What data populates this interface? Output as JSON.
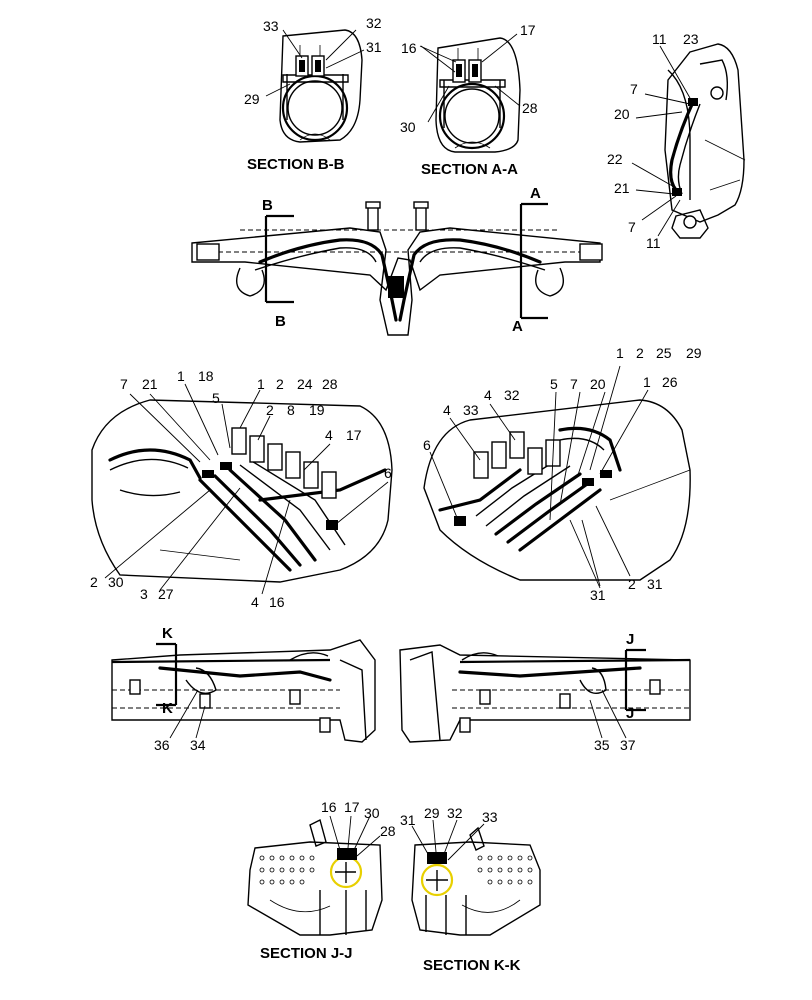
{
  "colors": {
    "line": "#000000",
    "background": "#ffffff",
    "highlight": "#e8d000"
  },
  "sections": {
    "bb": "SECTION  B-B",
    "aa": "SECTION  A-A",
    "jj": "SECTION  J-J",
    "kk": "SECTION  K-K"
  },
  "cut_markers": {
    "a": "A",
    "b": "B",
    "j": "J",
    "k": "K"
  },
  "callouts": {
    "bb": [
      "33",
      "32",
      "31",
      "29"
    ],
    "aa": [
      "16",
      "17",
      "28",
      "30"
    ],
    "side_view": [
      "11",
      "23",
      "7",
      "20",
      "22",
      "21",
      "7",
      "11"
    ],
    "detail_left": [
      "7",
      "21",
      "1",
      "18",
      "1",
      "2",
      "24",
      "28",
      "5",
      "2",
      "8",
      "19",
      "4",
      "17",
      "6",
      "2",
      "30",
      "3",
      "27",
      "4",
      "16"
    ],
    "detail_right": [
      "1",
      "2",
      "25",
      "29",
      "4",
      "32",
      "5",
      "7",
      "20",
      "1",
      "26",
      "4",
      "33",
      "6",
      "31",
      "2",
      "31"
    ],
    "lower_left": [
      "36",
      "34"
    ],
    "lower_right": [
      "35",
      "37"
    ],
    "jj": [
      "16",
      "17",
      "30",
      "28"
    ],
    "kk": [
      "31",
      "29",
      "32",
      "33"
    ]
  }
}
